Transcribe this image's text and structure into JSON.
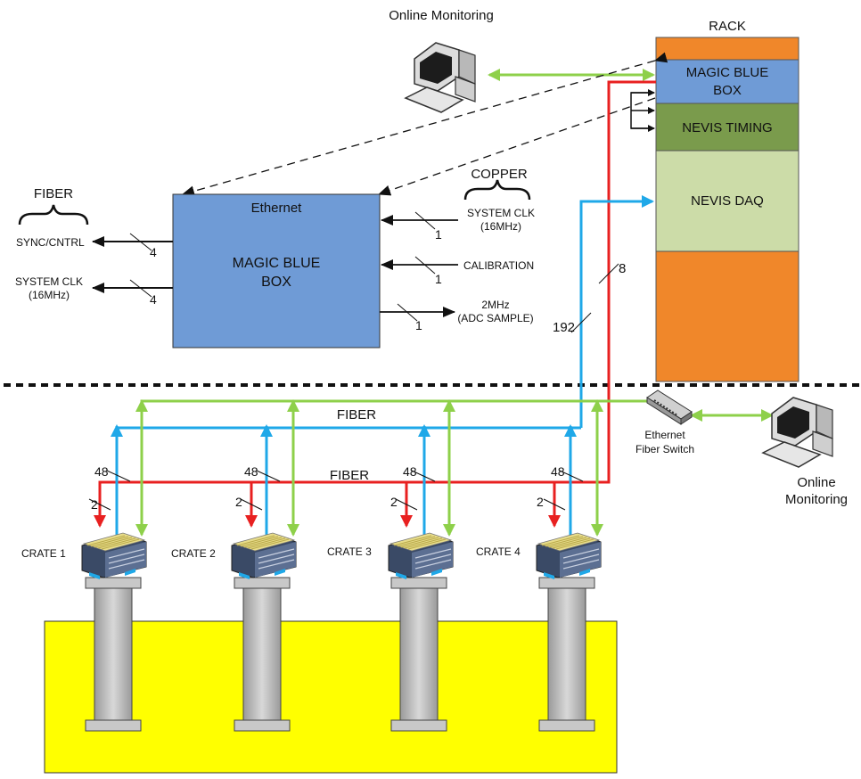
{
  "title_online_top": "Online Monitoring",
  "title_online_right_1": "Online",
  "title_online_right_2": "Monitoring",
  "rack": {
    "title": "RACK",
    "mbb_1": "MAGIC BLUE",
    "mbb_2": "BOX",
    "timing": "NEVIS TIMING",
    "daq": "NEVIS DAQ"
  },
  "box": {
    "header": "Ethernet",
    "line1": "MAGIC BLUE",
    "line2": "BOX"
  },
  "fiber_brace_label": "FIBER",
  "copper_brace_label": "COPPER",
  "outputs": {
    "sync": "SYNC/CNTRL",
    "sysclk_1": "SYSTEM CLK",
    "sysclk_2": "(16MHz)",
    "count_sync": "4",
    "count_clk": "4"
  },
  "inputs": {
    "sysclk_1": "SYSTEM CLK",
    "sysclk_2": "(16MHz)",
    "calibration": "CALIBRATION",
    "adc_1": "2MHz",
    "adc_2": "(ADC SAMPLE)",
    "count_clk": "1",
    "count_cal": "1",
    "count_adc": "1"
  },
  "bus_counts": {
    "red": "8",
    "blue": "192"
  },
  "fiber_labels": [
    "FIBER",
    "FIBER"
  ],
  "switch_1": "Ethernet",
  "switch_2": "Fiber Switch",
  "crates": [
    {
      "label": "CRATE 1",
      "n48": "48",
      "n2": "2"
    },
    {
      "label": "CRATE 2",
      "n48": "48",
      "n2": "2"
    },
    {
      "label": "CRATE 3",
      "n48": "48",
      "n2": "2"
    },
    {
      "label": "CRATE 4",
      "n48": "48",
      "n2": "2"
    }
  ],
  "colors": {
    "orange": "#f0872a",
    "blue_box": "#6f9bd6",
    "green": "#7a9b4c",
    "light_green": "#ccdca8",
    "yellow": "#ffff00",
    "red_line": "#e82020",
    "blue_line": "#1fa8e8",
    "green_line": "#8ed04a"
  }
}
